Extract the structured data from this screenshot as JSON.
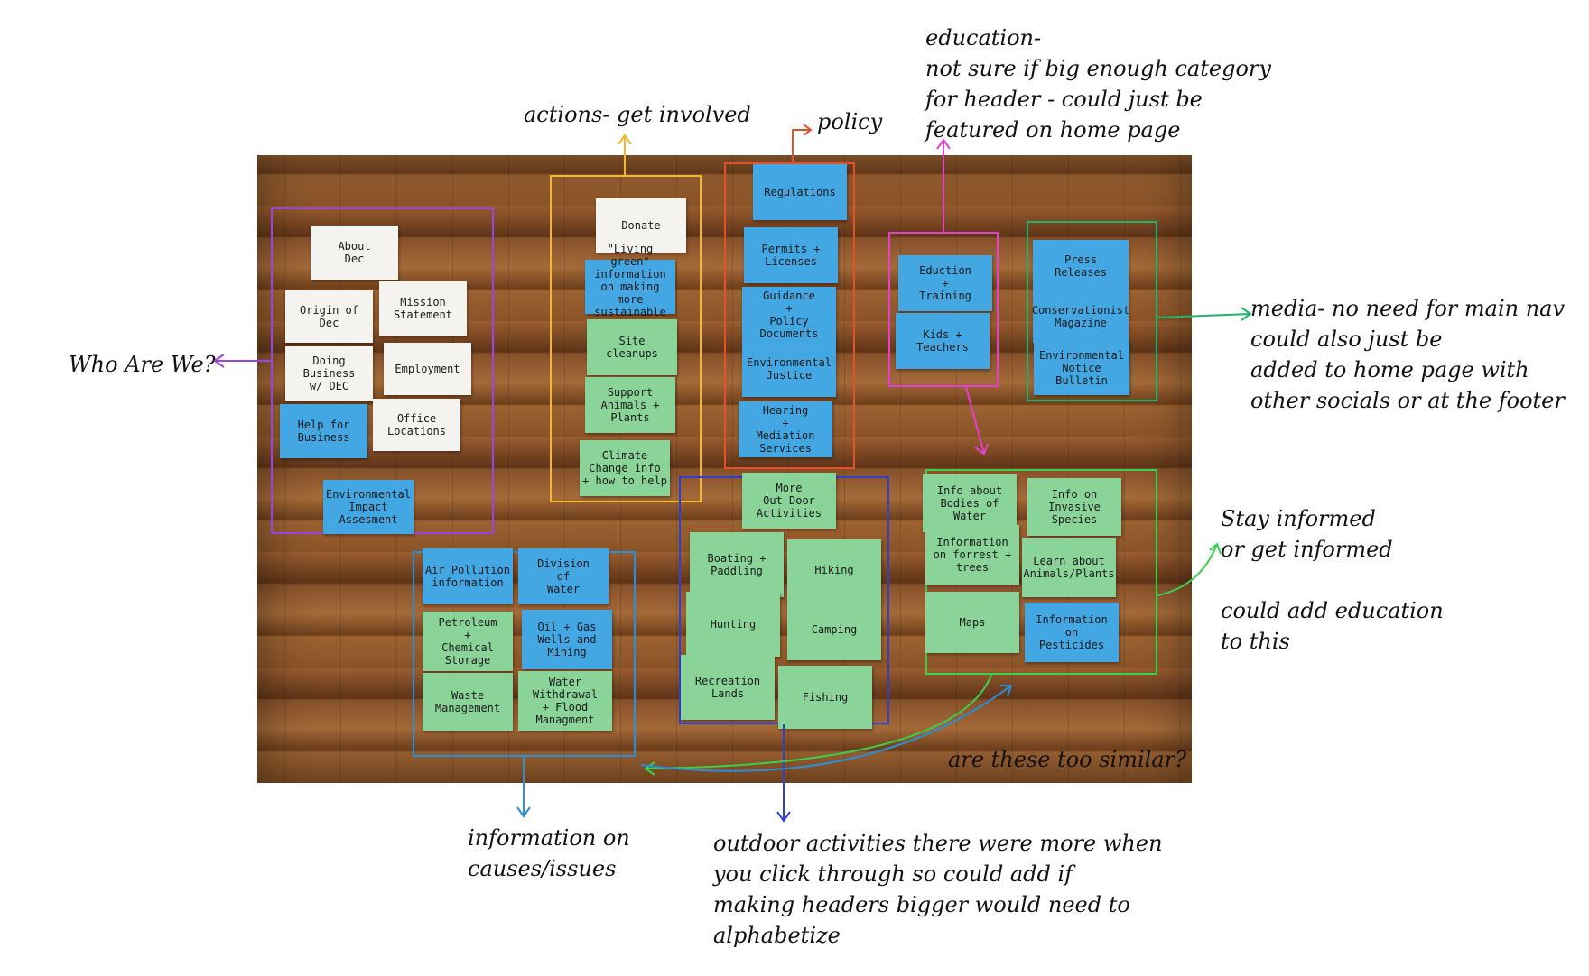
{
  "cards": [
    {
      "id": "about-dec",
      "text": "About\nDec",
      "color": "white"
    },
    {
      "id": "origin-of-dec",
      "text": "Origin of\nDec",
      "color": "white"
    },
    {
      "id": "mission-statement",
      "text": "Mission\nStatement",
      "color": "white"
    },
    {
      "id": "doing-business",
      "text": "Doing\nBusiness\nw/ DEC",
      "color": "white"
    },
    {
      "id": "employment",
      "text": "Employment",
      "color": "white"
    },
    {
      "id": "help-for-business",
      "text": "Help for\nBusiness",
      "color": "blue"
    },
    {
      "id": "office-locations",
      "text": "Office\nLocations",
      "color": "white"
    },
    {
      "id": "environmental-impact",
      "text": "Environmental\nImpact\nAssesment",
      "color": "blue"
    },
    {
      "id": "donate",
      "text": "Donate",
      "color": "white"
    },
    {
      "id": "living-green",
      "text": "\"Living green\"\ninformation on making\nmore sustainable\nchoices",
      "color": "blue"
    },
    {
      "id": "site-cleanups",
      "text": "Site\ncleanups",
      "color": "green"
    },
    {
      "id": "support-animals",
      "text": "Support\nAnimals + Plants",
      "color": "green"
    },
    {
      "id": "climate-change",
      "text": "Climate\nChange info\n+ how to help",
      "color": "green"
    },
    {
      "id": "regulations",
      "text": "Regulations",
      "color": "blue"
    },
    {
      "id": "permits",
      "text": "Permits +\nLicenses",
      "color": "blue"
    },
    {
      "id": "guidance",
      "text": "Guidance\n+\nPolicy Documents",
      "color": "blue"
    },
    {
      "id": "environmental-justice",
      "text": "Environmental\nJustice",
      "color": "blue"
    },
    {
      "id": "hearing",
      "text": "Hearing\n+\nMediation\nServices",
      "color": "blue"
    },
    {
      "id": "education-training",
      "text": "Eduction\n+\nTraining",
      "color": "blue"
    },
    {
      "id": "kids-teachers",
      "text": "Kids + Teachers",
      "color": "blue"
    },
    {
      "id": "press-releases",
      "text": "Press Releases",
      "color": "blue"
    },
    {
      "id": "conservationist",
      "text": "Conservationist\nMagazine",
      "color": "blue"
    },
    {
      "id": "notice-bulletin",
      "text": "Environmental\nNotice Bulletin",
      "color": "blue"
    },
    {
      "id": "more-outdoor",
      "text": "More\nOut Door\nActivities",
      "color": "green"
    },
    {
      "id": "boating",
      "text": "Boating + Paddling",
      "color": "green"
    },
    {
      "id": "hiking",
      "text": "Hiking",
      "color": "green"
    },
    {
      "id": "hunting",
      "text": "Hunting",
      "color": "green"
    },
    {
      "id": "camping",
      "text": "Camping",
      "color": "green"
    },
    {
      "id": "recreation-lands",
      "text": "Recreation\nLands",
      "color": "green"
    },
    {
      "id": "fishing",
      "text": "Fishing",
      "color": "green"
    },
    {
      "id": "air-pollution",
      "text": "Air Pollution\ninformation",
      "color": "blue"
    },
    {
      "id": "division-water",
      "text": "Division\nof\nWater",
      "color": "blue"
    },
    {
      "id": "petroleum",
      "text": "Petroleum\n+\nChemical\nStorage",
      "color": "green"
    },
    {
      "id": "oil-gas",
      "text": "Oil + Gas\nWells and Mining",
      "color": "blue"
    },
    {
      "id": "waste-management",
      "text": "Waste\nManagement",
      "color": "green"
    },
    {
      "id": "water-withdrawal",
      "text": "Water Withdrawal\n+ Flood\nManagment",
      "color": "green"
    },
    {
      "id": "bodies-of-water",
      "text": "Info about\nBodies of Water",
      "color": "green"
    },
    {
      "id": "invasive-species",
      "text": "Info on\nInvasive Species",
      "color": "green"
    },
    {
      "id": "forrest-trees",
      "text": "Information\non forrest + trees",
      "color": "green"
    },
    {
      "id": "learn-animals",
      "text": "Learn about\nAnimals/Plants",
      "color": "green"
    },
    {
      "id": "maps",
      "text": "Maps",
      "color": "green"
    },
    {
      "id": "pesticides",
      "text": "Information\non\nPesticides",
      "color": "blue"
    }
  ],
  "notes": {
    "who": "Who Are We?",
    "actions": "actions- get involved",
    "policy": "policy",
    "education": "education-\nnot sure if big enough category\nfor header - could just be\nfeatured on home page",
    "media": "media- no need for main nav\ncould also just be\nadded to home page with\nother socials or at the footer",
    "stay": "Stay informed\nor get informed",
    "add_edu": "could add education\nto this",
    "similar": "are these too similar?",
    "causes": "information on\ncauses/issues",
    "outdoor": "outdoor activities there were more when\nyou click through so could add if\nmaking headers bigger would need to\nalphabetize"
  },
  "colors": {
    "white": "#f4f3ef",
    "blue": "#43a7e3",
    "green": "#8ad49a",
    "who": "#9b44e0",
    "actions": "#f2b731",
    "policy": "#e8502a",
    "education": "#e53fd1",
    "media": "#22b36a",
    "stay": "#3ad04c",
    "causes": "#2a8fd8",
    "outdoor": "#2f3fd0",
    "similar": "#2a8fd8"
  }
}
